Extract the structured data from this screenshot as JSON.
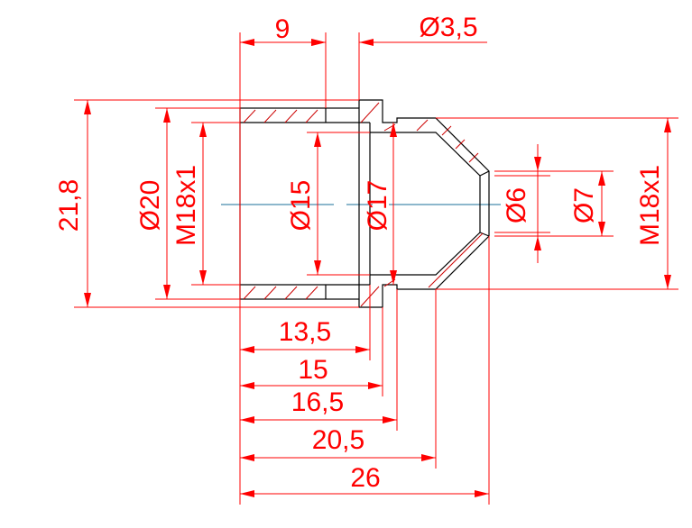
{
  "drawing": {
    "colors": {
      "dimension": "#ff0000",
      "outline": "#000000",
      "centerline": "#1a6f9a"
    },
    "dimensions": {
      "top_length": "9",
      "top_dia": "Ø3,5",
      "overall_height": "21,8",
      "outer_dia": "Ø20",
      "thread_left": "M18x1",
      "bore_dia": "Ø15",
      "step_dia": "Ø17",
      "tip_inner_dia": "Ø6",
      "tip_outer_dia": "Ø7",
      "thread_right": "M18x1",
      "len_1": "13,5",
      "len_2": "15",
      "len_3": "16,5",
      "len_4": "20,5",
      "len_5": "26"
    }
  }
}
